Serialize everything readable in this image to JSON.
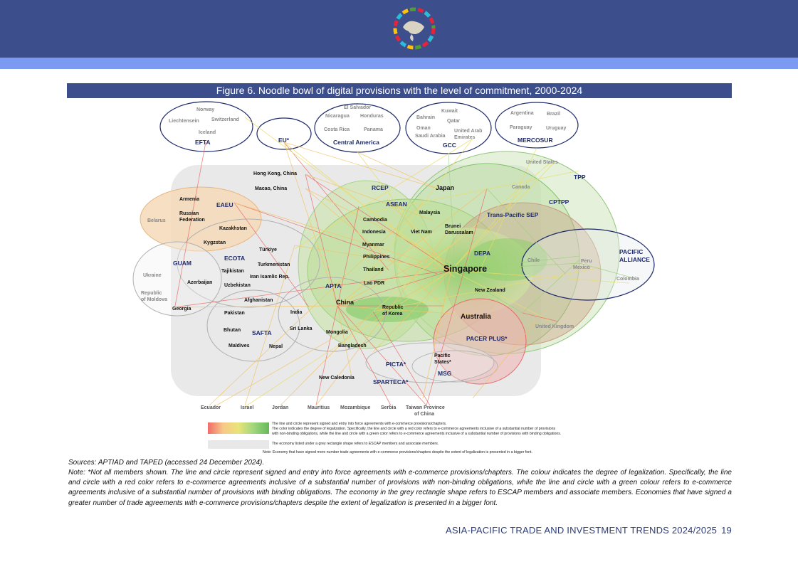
{
  "header": {
    "logo_icon": "escap-globe-logo-icon"
  },
  "figure": {
    "title": "Figure 6. Noodle bowl of digital provisions with the level of commitment, 2000-2024"
  },
  "groups": {
    "efta": "EFTA",
    "eu": "EU*",
    "central_america": "Central America",
    "gcc": "GCC",
    "mercosur": "MERCOSUR",
    "rcep": "RCEP",
    "asean": "ASEAN",
    "tpp": "TPP",
    "cptpp": "CPTPP",
    "trans_pacific_sep": "Trans-Pacific SEP",
    "depa": "DEPA",
    "pacific_alliance_1": "PACIFIC",
    "pacific_alliance_2": "ALLIANCE",
    "eaeu": "EAEU",
    "guam": "GUAM",
    "ecota": "ECOTA",
    "apta": "APTA",
    "safta": "SAFTA",
    "pacer_plus": "PACER PLUS*",
    "picta": "PICTA*",
    "msg": "MSG",
    "sparteca": "SPARTECA*"
  },
  "economies": {
    "norway": "Norway",
    "liechtenstein": "Liechtensein",
    "switzerland": "Switzerland",
    "iceland": "Iceland",
    "el_salvador": "El Salvador",
    "nicaragua": "Nicaragua",
    "honduras": "Honduras",
    "costa_rica": "Costa Rica",
    "panama": "Panama",
    "kuwait": "Kuwait",
    "bahrain": "Bahrain",
    "qatar": "Qatar",
    "oman": "Oman",
    "uae_1": "United Arab",
    "uae_2": "Emirates",
    "saudi_arabia": "Saudi Arabia",
    "argentina": "Argentina",
    "brazil": "Brazil",
    "paraguay": "Paraguay",
    "uruguay": "Uruguay",
    "united_states": "United States",
    "canada": "Canada",
    "hong_kong": "Hong Kong, China",
    "macao": "Macao, China",
    "japan": "Japan",
    "malaysia": "Malaysia",
    "cambodia": "Cambodia",
    "indonesia": "Indonesia",
    "viet_nam": "Viet Nam",
    "brunei_1": "Brunei",
    "brunei_2": "Darussalam",
    "myanmar": "Myanmar",
    "philippines": "Philippines",
    "thailand": "Thailand",
    "lao": "Lao PDR",
    "singapore": "Singapore",
    "peru": "Peru",
    "chile": "Chile",
    "mexico": "Mexico",
    "colombia": "Colombia",
    "new_zealand": "New Zealand",
    "korea_1": "Republic",
    "korea_2": "of Korea",
    "china": "China",
    "australia": "Australia",
    "united_kingdom": "United Kingdom",
    "armenia": "Armenia",
    "belarus": "Belarus",
    "russia_1": "Russian",
    "russia_2": "Federation",
    "kazakhstan": "Kazakhstan",
    "kyrgyzstan": "Kygzstan",
    "turkiye": "Türkiye",
    "turkmenistan": "Turkmenistan",
    "tajikistan": "Tajikistan",
    "iran": "Iran Isamlic Rep.",
    "azerbaijan": "Azerbaijan",
    "uzbekistan": "Uzbekistan",
    "ukraine": "Ukraine",
    "moldova_1": "Republic",
    "moldova_2": "of Moldova",
    "georgia": "Georgia",
    "afghanistan": "Afghanistan",
    "pakistan": "Pakistan",
    "india": "India",
    "sri_lanka": "Sri Lanka",
    "bhutan": "Bhutan",
    "maldives": "Maldives",
    "nepal": "Nepal",
    "mongolia": "Mongolia",
    "bangladesh": "Bangladesh",
    "new_caledonia": "New Caledonia",
    "pacific_states_1": "Pacific",
    "pacific_states_2": "States*",
    "ecuador": "Ecuador",
    "israel": "Israel",
    "jordan": "Jordan",
    "mauritius": "Mauritius",
    "mozambique": "Mozambique",
    "serbia": "Serbia",
    "taiwan_1": "Taiwan Province",
    "taiwan_2": "of China"
  },
  "legend": {
    "line1": "The line and circle represent signed and entry into force agreements with e-commerce provisions/chapters.",
    "line2": "The color indicates the degree of legalization. Specifically, the line and circle with a red color refers to e-commerce agreements inclusive of a substantial number of provisions",
    "line3": "with non-binding obligations, while the line and circle with a green color refers to e-commerce agreements inclusive of a substantial number of provisions with binding obligations.",
    "grey": "The economy listed under a grey rectangle shape refers to ESCAP members and associate members.",
    "note": "Note: Economy that have signed more number trade agreements with e-commerce provisions/chapters despite the extent of legalization is presented in a bigger font.",
    "gradient_colors": [
      "#f06b6b",
      "#f7c987",
      "#e8e47a",
      "#9fd67c",
      "#66b85a"
    ]
  },
  "sources": "Sources: APTIAD and TAPED (accessed 24 December 2024).",
  "note": "Note: *Not all members shown. The line and circle represent signed and entry into force agreements with e-commerce provisions/chapters. The colour indicates the degree of legalization. Specifically, the line and circle with a red color refers to e-commerce agreements inclusive of a substantial number of provisions with non-binding obligations, while the line and circle with a green colour refers to e-commerce agreements inclusive of a substantial number of provisions with binding obligations. The economy in the grey rectangle shape refers to ESCAP members and associate members. Economies that have signed a greater number of trade agreements with e-commerce provisions/chapters despite the extent of legalization is presented in a bigger font.",
  "footer": {
    "title": "ASIA-PACIFIC TRADE AND INVESTMENT TRENDS 2024/2025",
    "page": "19"
  }
}
